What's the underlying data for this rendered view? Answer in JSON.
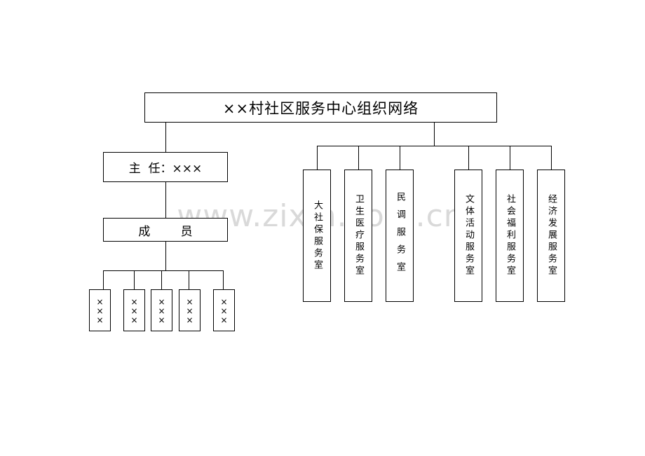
{
  "title": "××村社区服务中心组织网络",
  "watermark": "www.zixin.com.cn",
  "director_label": "主  任：×××",
  "members_label": "成        员",
  "members": [
    "×××",
    "×××",
    "×××",
    "×××",
    "×××"
  ],
  "rooms": [
    "大社保服务室",
    "卫生医疗服务室",
    "民调服务室",
    "文体活动服务室",
    "社会福利服务室",
    "经济发展服务室"
  ]
}
